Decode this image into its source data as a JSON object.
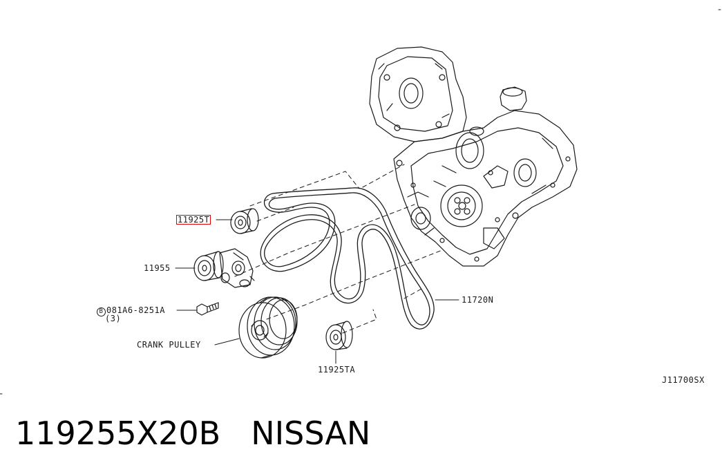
{
  "labels": {
    "part_11925t": "11925T",
    "part_11955": "11955",
    "bolt_code": "081A6-8251A",
    "bolt_marker": "B",
    "bolt_qty": "(3)",
    "crank_pulley": "CRANK PULLEY",
    "belt_11720n": "11720N",
    "part_11925ta": "11925TA",
    "diagram_ref": "J11700SX"
  },
  "caption": {
    "part_number": "119255X20B",
    "brand": "NISSAN"
  },
  "colors": {
    "line": "#1a1a1a",
    "highlight": "#e00000",
    "text": "#000000"
  },
  "highlighted_part": "11925T"
}
